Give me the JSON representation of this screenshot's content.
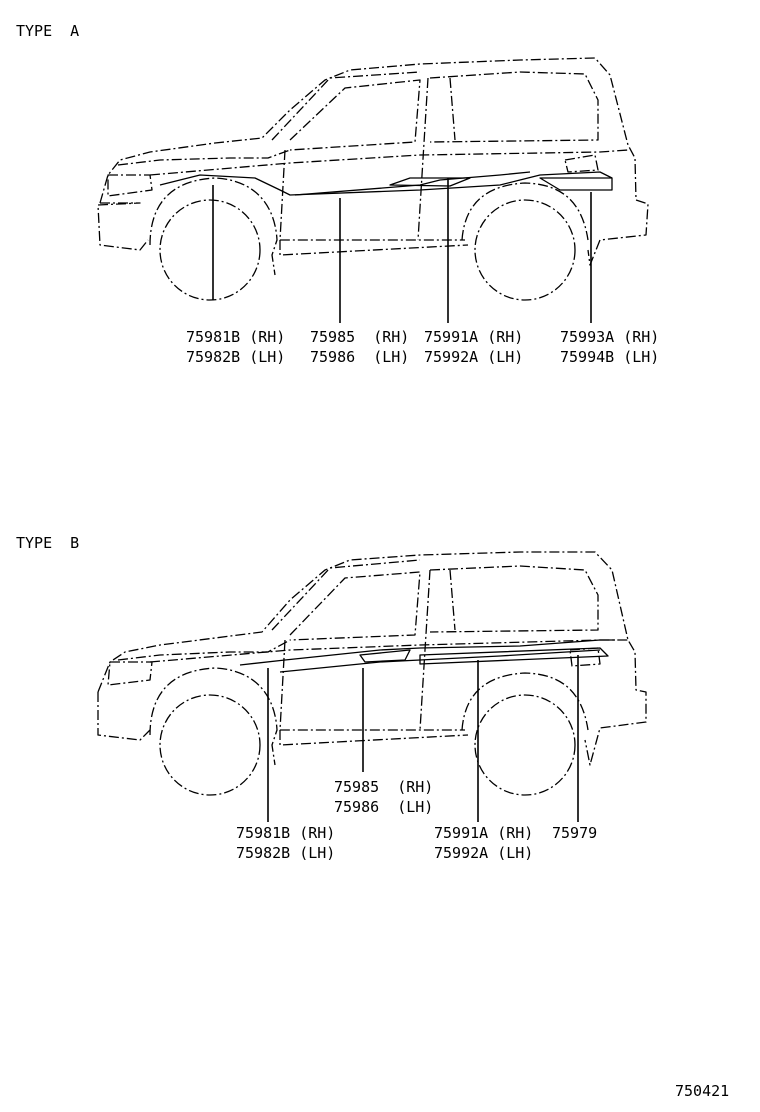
{
  "diagram_id": "750421",
  "type_a": {
    "label": "TYPE  A",
    "callouts": [
      {
        "line1": "75981B (RH)",
        "line2": "75982B (LH)"
      },
      {
        "line1": "75985  (RH)",
        "line2": "75986  (LH)"
      },
      {
        "line1": "75991A (RH)",
        "line2": "75992A (LH)"
      },
      {
        "line1": "75993A (RH)",
        "line2": "75994B (LH)"
      }
    ]
  },
  "type_b": {
    "label": "TYPE  B",
    "callouts": [
      {
        "line1": "75981B (RH)",
        "line2": "75982B (LH)"
      },
      {
        "line1": "75985  (RH)",
        "line2": "75986  (LH)"
      },
      {
        "line1": "75991A (RH)",
        "line2": "75992A (LH)"
      },
      {
        "line1": "75979"
      }
    ]
  }
}
